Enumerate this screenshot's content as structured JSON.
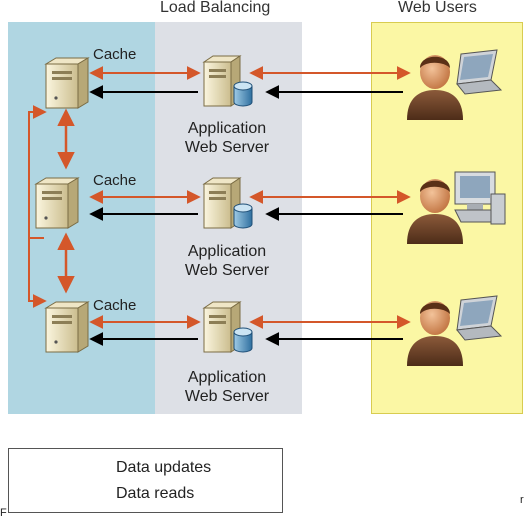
{
  "headers": {
    "load_balancing": "Load Balancing",
    "web_users": "Web Users"
  },
  "cache_label": "Cache",
  "server_label_line1": "Application",
  "server_label_line2": "Web Server",
  "legend": {
    "updates": "Data updates",
    "reads": "Data reads"
  },
  "corner_left": "F",
  "corner_right": "r",
  "colors": {
    "updates": "#d4572a",
    "reads": "#000000",
    "cache_bg": "#b0d6e2",
    "lb_bg": "#dde0e6",
    "users_bg": "#fbf7a4"
  },
  "icons": {
    "cache": "server-tower-icon",
    "app_server": "server-with-database-icon",
    "user_laptop": "user-with-laptop-icon",
    "user_desktop": "user-with-desktop-icon"
  }
}
